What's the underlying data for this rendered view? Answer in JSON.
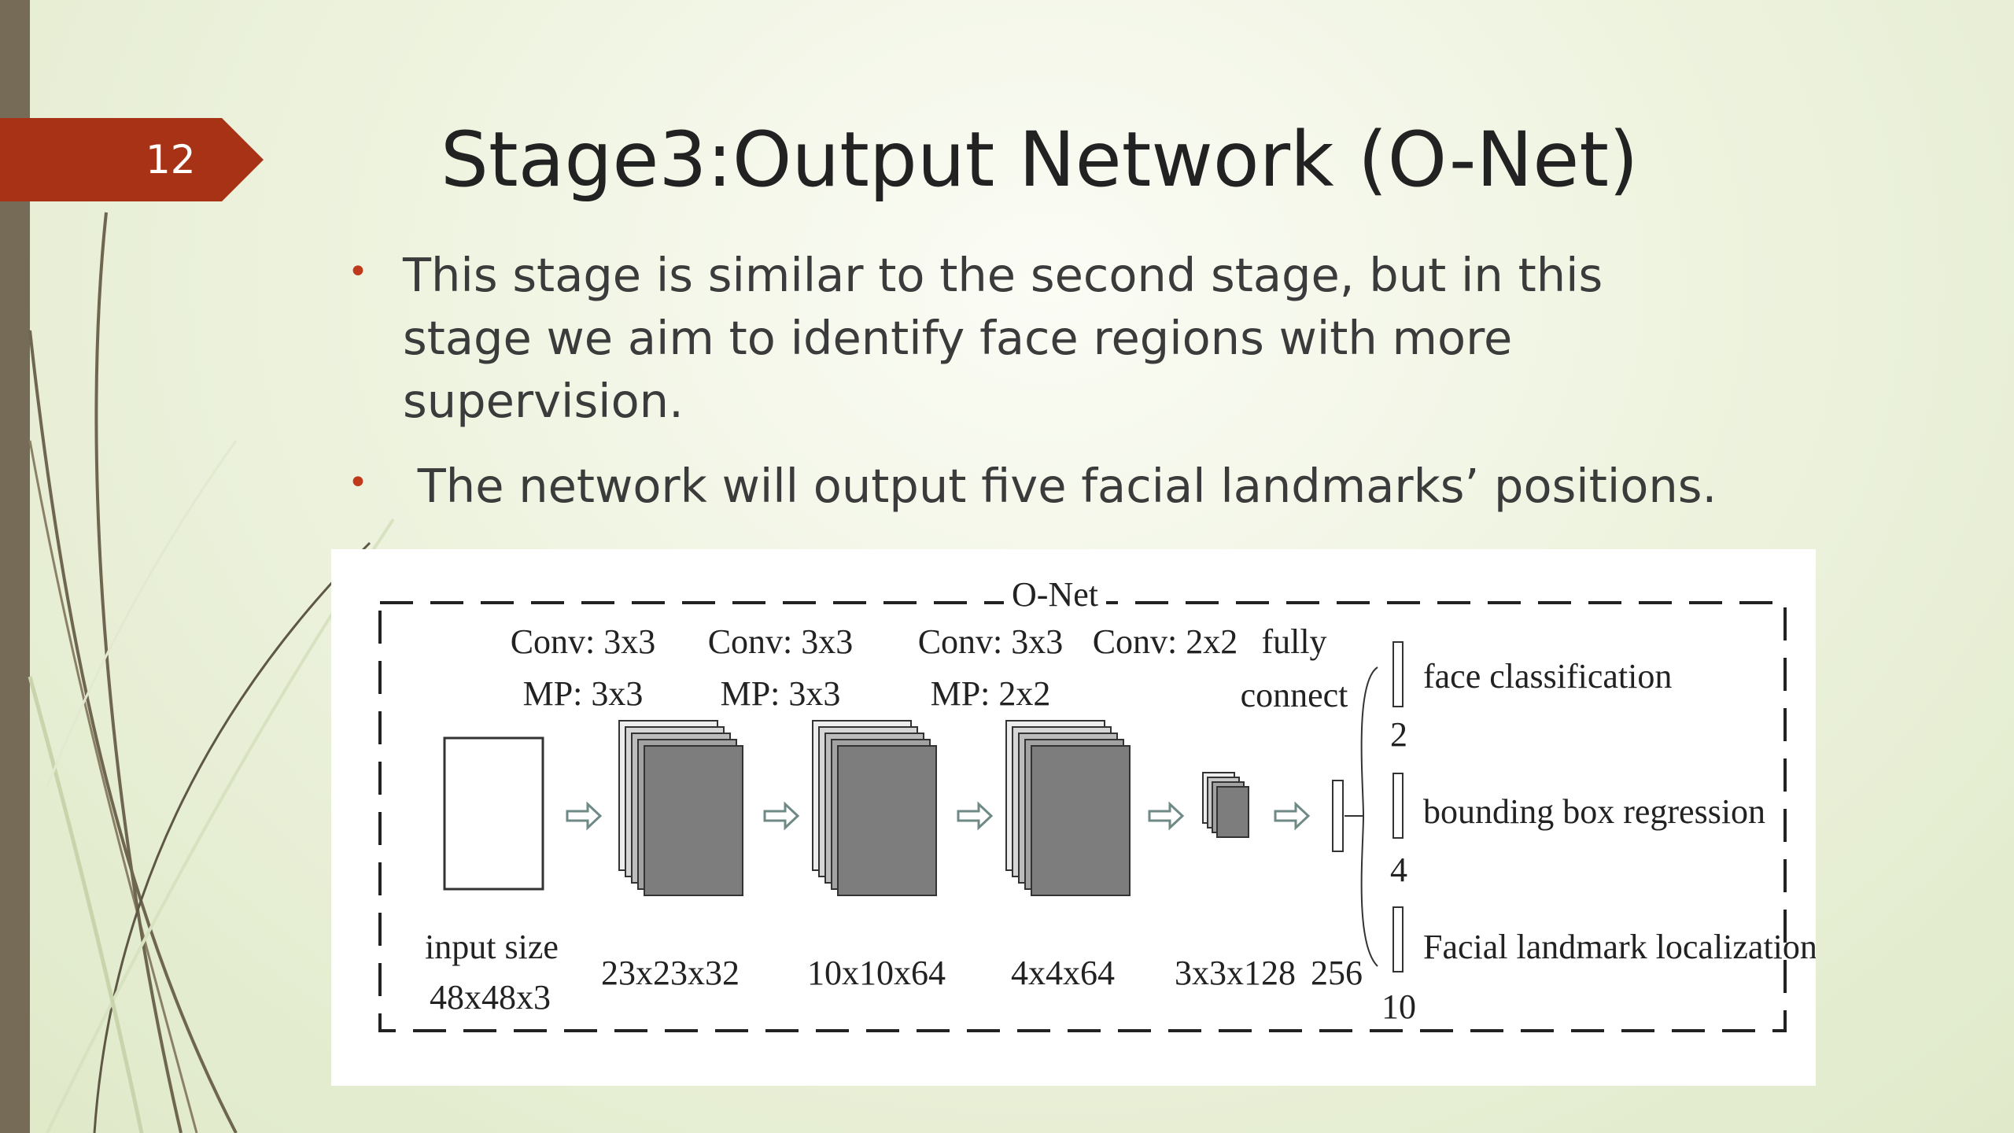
{
  "slide": {
    "number": "12",
    "title": "Stage3:Output Network (O-Net)",
    "bullets": [
      {
        "lines": [
          "This stage is similar to the second stage, but in this",
          "stage we aim to identify face regions with more",
          "supervision."
        ]
      },
      {
        "lines": [
          " The network will output five facial landmarks’ positions."
        ]
      }
    ]
  },
  "diagram": {
    "title": "O-Net",
    "stages": [
      {
        "op1": "Conv: 3x3",
        "op2": "MP: 3x3"
      },
      {
        "op1": "Conv: 3x3",
        "op2": "MP: 3x3"
      },
      {
        "op1": "Conv: 3x3",
        "op2": "MP: 2x2"
      },
      {
        "op1": "Conv: 2x2",
        "op2": ""
      },
      {
        "op1": "fully",
        "op2": "connect"
      }
    ],
    "input_label_line1": "input size",
    "input_label_line2": "48x48x3",
    "dims": [
      "23x23x32",
      "10x10x64",
      "4x4x64",
      "3x3x128",
      "256"
    ],
    "outputs": [
      {
        "label": "face classification",
        "size": "2"
      },
      {
        "label": "bounding box regression",
        "size": "4"
      },
      {
        "label": "Facial landmark localization",
        "size": "10"
      }
    ]
  },
  "colors": {
    "accent": "#a83215",
    "bullet": "#c0391b",
    "side_bar": "#756b57",
    "feature_map": "#7d7d7d"
  }
}
